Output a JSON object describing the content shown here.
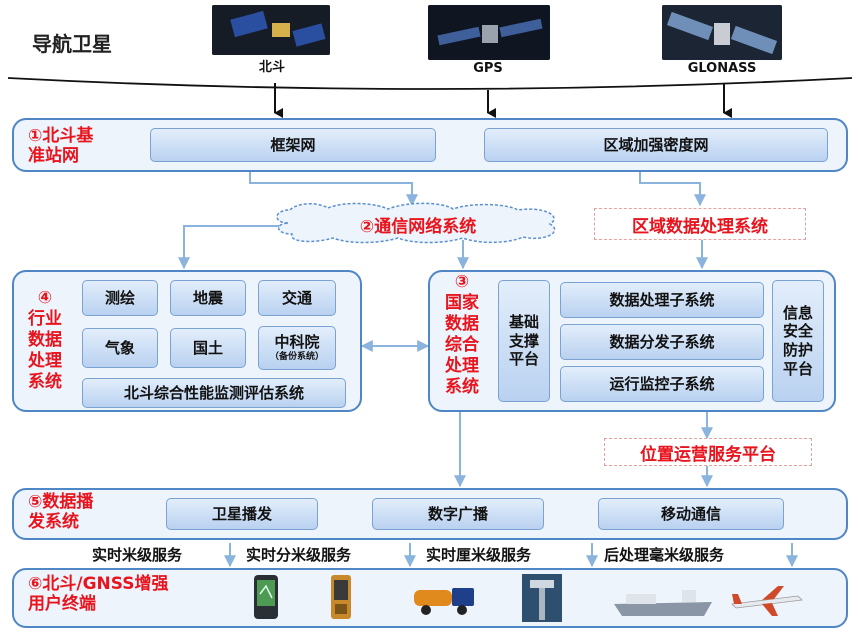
{
  "title": "导航卫星",
  "satellites": [
    {
      "label": "北斗",
      "icon": "beidou-satellite-icon"
    },
    {
      "label": "GPS",
      "icon": "gps-satellite-icon"
    },
    {
      "label": "GLONASS",
      "icon": "glonass-satellite-icon"
    }
  ],
  "cors": {
    "label": "①北斗基准站网",
    "label_lines": [
      "①北斗基",
      "准站网"
    ],
    "boxes": [
      "框架网",
      "区域加强密度网"
    ]
  },
  "comm": {
    "label": "②通信网络系统"
  },
  "regional": {
    "label": "区域数据处理系统"
  },
  "industry": {
    "label_lines": [
      "④",
      "行业",
      "数据",
      "处理",
      "系统"
    ],
    "boxes": [
      "测绘",
      "地震",
      "交通",
      "气象",
      "国土"
    ],
    "cas": {
      "main": "中科院",
      "sub": "（备份系统）"
    },
    "eval": "北斗综合性能监测评估系统"
  },
  "national": {
    "label_lines": [
      "③",
      "国家",
      "数据",
      "综合",
      "处理",
      "系统"
    ],
    "base_platform": [
      "基础",
      "支撑",
      "平台"
    ],
    "subsystems": [
      "数据处理子系统",
      "数据分发子系统",
      "运行监控子系统"
    ],
    "security": [
      "信息",
      "安全",
      "防护",
      "平台"
    ]
  },
  "lbs": {
    "label": "位置运营服务平台"
  },
  "broadcast": {
    "label_lines": [
      "⑤数据播",
      "发系统"
    ],
    "boxes": [
      "卫星播发",
      "数字广播",
      "移动通信"
    ]
  },
  "services": [
    "实时米级服务",
    "实时分米级服务",
    "实时厘米级服务",
    "后处理毫米级服务"
  ],
  "terminals": {
    "label_lines": [
      "⑥北斗/GNSS增强",
      "用户终端"
    ],
    "icons": [
      "handheld-gps-icon",
      "rugged-device-icon",
      "truck-icon",
      "monitoring-tower-icon",
      "ship-icon",
      "airplane-icon"
    ]
  },
  "colors": {
    "accent": "#4f86c6",
    "red": "#e8141e",
    "arrow": "#8ab3de"
  }
}
